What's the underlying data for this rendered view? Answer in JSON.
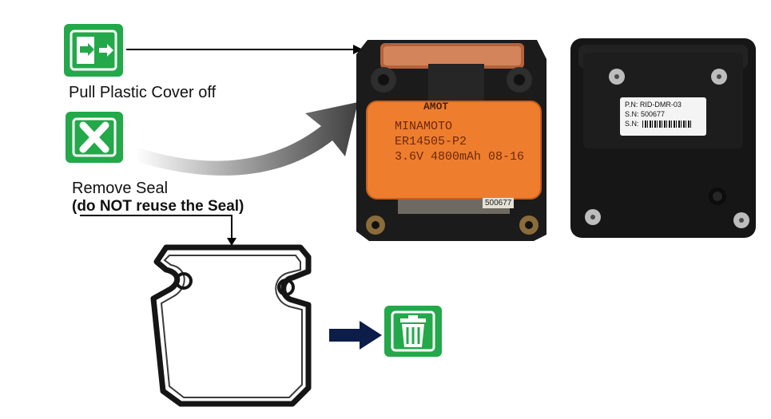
{
  "steps": {
    "pull_cover": {
      "label": "Pull Plastic Cover off",
      "icon": "pull-cover-icon"
    },
    "remove_seal": {
      "label": "Remove Seal",
      "warning": "(do NOT reuse the Seal)",
      "icon": "remove-x-icon"
    },
    "discard": {
      "icon": "trash-icon"
    }
  },
  "battery": {
    "brand": "MINAMOTO",
    "model": "ER14505-P2",
    "spec": "3.6V 4800mAh 08-16",
    "serial_sticker": "500677",
    "top_band": "AMOT"
  },
  "device_label": {
    "pn": "P.N: RID-DMR-03",
    "sn": "S.N: 500677",
    "sn_barcode_prefix": "S.N:"
  },
  "colors": {
    "icon_green": "#23a84a",
    "battery_orange": "#ef7d2e",
    "housing_black": "#1b1b1b",
    "arrow_navy": "#0d1d4a"
  }
}
